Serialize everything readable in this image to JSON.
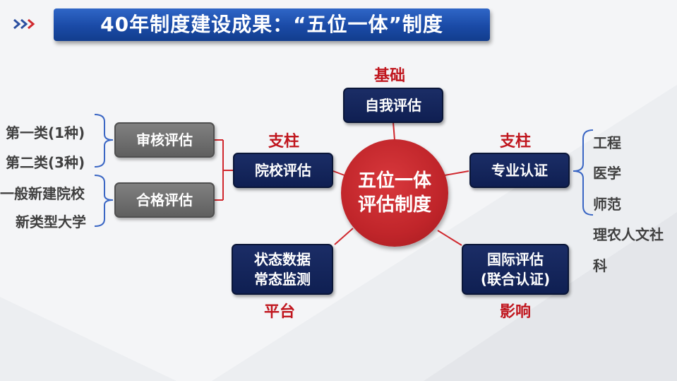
{
  "title": "40年制度建设成果：“五位一体”制度",
  "center": {
    "line1": "五位一体",
    "line2": "评估制度"
  },
  "nodes": {
    "self_eval": {
      "label": "自我评估",
      "tag": "基础"
    },
    "institution_eval": {
      "label": "院校评估",
      "tag": "支柱"
    },
    "professional_cert": {
      "label": "专业认证",
      "tag": "支柱"
    },
    "status_monitor": {
      "line1": "状态数据",
      "line2": "常态监测",
      "tag": "平台"
    },
    "intl_eval": {
      "line1": "国际评估",
      "line2": "(联合认证)",
      "tag": "影响"
    }
  },
  "institution_sub": {
    "audit": {
      "label": "审核评估",
      "items": [
        "第一类(1种)",
        "第二类(3种)"
      ]
    },
    "qualify": {
      "label": "合格评估",
      "items": [
        "一般新建院校",
        "新类型大学"
      ]
    }
  },
  "disciplines": [
    "工程",
    "医学",
    "师范",
    "理农人文社",
    "科"
  ],
  "colors": {
    "title_blue": "#1a4aa6",
    "navy": "#0f1f52",
    "accent_red": "#c0161e",
    "circle_red": "#c0252a",
    "gray": "#6e6e6e",
    "bracket_blue": "#3a66c4",
    "connector_red": "#d0282e"
  }
}
